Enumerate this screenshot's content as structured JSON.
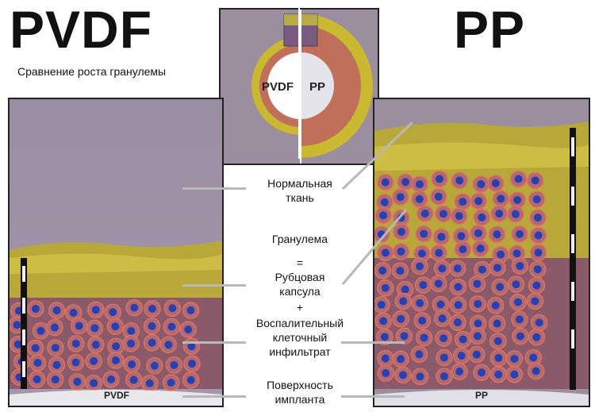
{
  "titles": {
    "left": "PVDF",
    "right": "PP"
  },
  "subtitle": "Сравнение роста гранулемы",
  "inset": {
    "left_label": "PVDF",
    "right_label": "PP"
  },
  "labels": {
    "normal_tissue_1": "Нормальная",
    "normal_tissue_2": "ткань",
    "granuloma": "Гранулема",
    "equals": "=",
    "scar_1": "Рубцовая",
    "scar_2": "капсула",
    "plus": "+",
    "infl_1": "Воспалительный",
    "infl_2": "клеточный",
    "infl_3": "инфильтрат",
    "surface_1": "Поверхность",
    "surface_2": "импланта"
  },
  "panels": {
    "left_surface": "PVDF",
    "right_surface": "PP"
  },
  "colors": {
    "tissue": "#9b8f9f",
    "capsule": "#c9b830",
    "cells": "#d07a6a",
    "nucleus": "#2a3fb0",
    "ring_yellow": "#c9b830",
    "ring_red": "#c0705a"
  }
}
